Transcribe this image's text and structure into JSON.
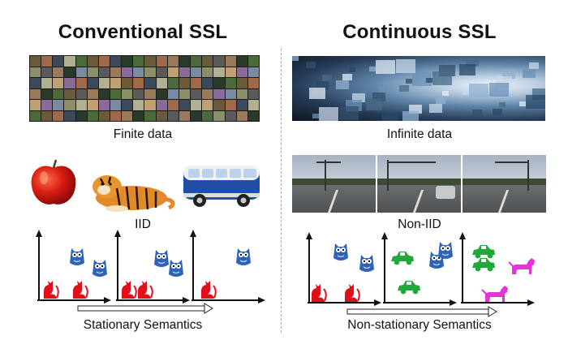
{
  "left": {
    "title": "Conventional SSL",
    "caption_data": "Finite data",
    "caption_dist": "IID",
    "caption_semantics": "Stationary Semantics"
  },
  "right": {
    "title": "Continuous SSL",
    "caption_data": "Infinite data",
    "caption_dist": "Non-IID",
    "caption_semantics": "Non-stationary Semantics"
  },
  "colors": {
    "cat": "#e0101a",
    "owl": "#2f63b8",
    "car": "#22a83a",
    "dog": "#e832d8",
    "divider": "#aaaaaa"
  },
  "icons": [
    "apple-image",
    "tiger-image",
    "bus-image",
    "cat-icon",
    "owl-icon",
    "car-icon",
    "dog-icon",
    "arrow-icon"
  ]
}
